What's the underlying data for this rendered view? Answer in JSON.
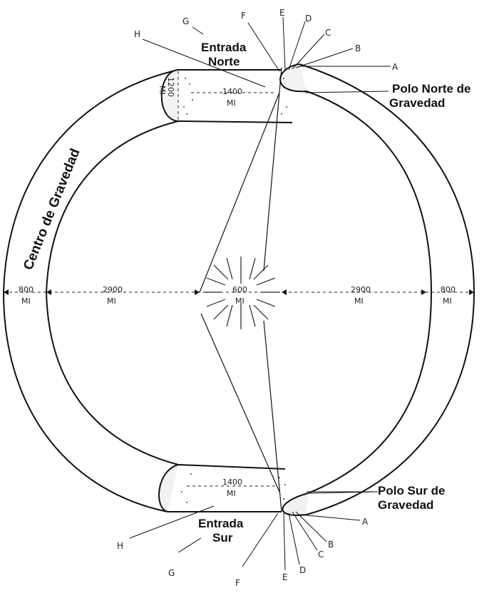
{
  "labels": {
    "north_entrance": [
      "Entrada",
      "Norte"
    ],
    "south_entrance": [
      "Entrada",
      "Sur"
    ],
    "north_pole": [
      "Polo Norte de",
      "Gravedad"
    ],
    "south_pole": [
      "Polo Sur de",
      "Gravedad"
    ],
    "center_gravity": "Centro de Gravedad"
  },
  "measurements": {
    "shell_left": [
      "800",
      "MI"
    ],
    "interior_left": [
      "2900",
      "MI"
    ],
    "core": [
      "600",
      "MI"
    ],
    "interior_right": [
      "2900",
      "MI"
    ],
    "shell_right": [
      "800",
      "MI"
    ],
    "opening_top": [
      "1400",
      "MI"
    ],
    "opening_bottom": [
      "1400",
      "MI"
    ],
    "opening_height": [
      "1200",
      "MI"
    ]
  },
  "line_letters": {
    "top": [
      "A",
      "B",
      "C",
      "D",
      "E",
      "F",
      "G",
      "H"
    ],
    "bottom": [
      "A",
      "B",
      "C",
      "D",
      "E",
      "F",
      "G",
      "H"
    ]
  }
}
